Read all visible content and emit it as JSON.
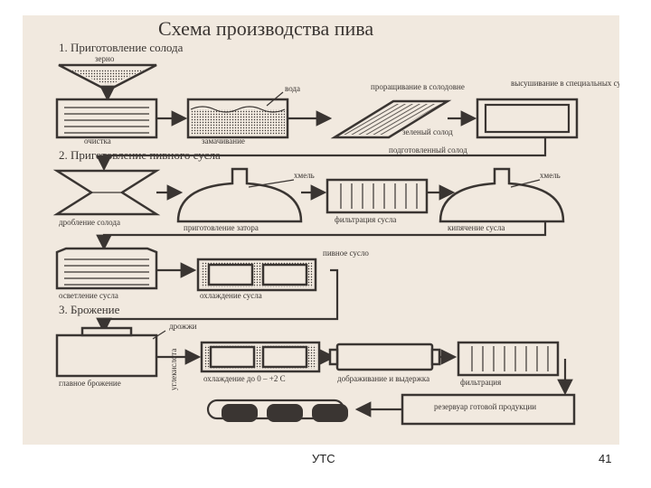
{
  "diagram": {
    "title": "Схема производства пива",
    "sections": {
      "malt": "1. Приготовление солода",
      "wort": "2. Приготовление пивного сусла",
      "ferment": "3. Брожение"
    },
    "labels": {
      "grain": "зерно",
      "water": "вода",
      "cleaning": "очистка",
      "soaking": "замачивание",
      "germination": "проращивание в солодовне",
      "green_malt": "зеленый солод",
      "drying": "высушивание в специальных сушилках",
      "prepared_malt": "подготовленный солод",
      "hops": "хмель",
      "crushing": "дробление солода",
      "mash_tun": "приготовление затора",
      "filtration_wort": "фильтрация сусла",
      "boiling": "кипячение сусла",
      "beer_wort": "пивное сусло",
      "clarification": "осветление сусла",
      "cooling": "охлаждение сусла",
      "yeast": "дрожжи",
      "co2": "углекислота",
      "primary": "главное брожение",
      "chill": "охлаждение до 0 – +2 С",
      "maturation": "дображивание и выдержка",
      "filtration": "фильтрация",
      "reservoir": "резервуар готовой продукции"
    }
  },
  "footer": {
    "left": "УТС",
    "right": "41"
  }
}
